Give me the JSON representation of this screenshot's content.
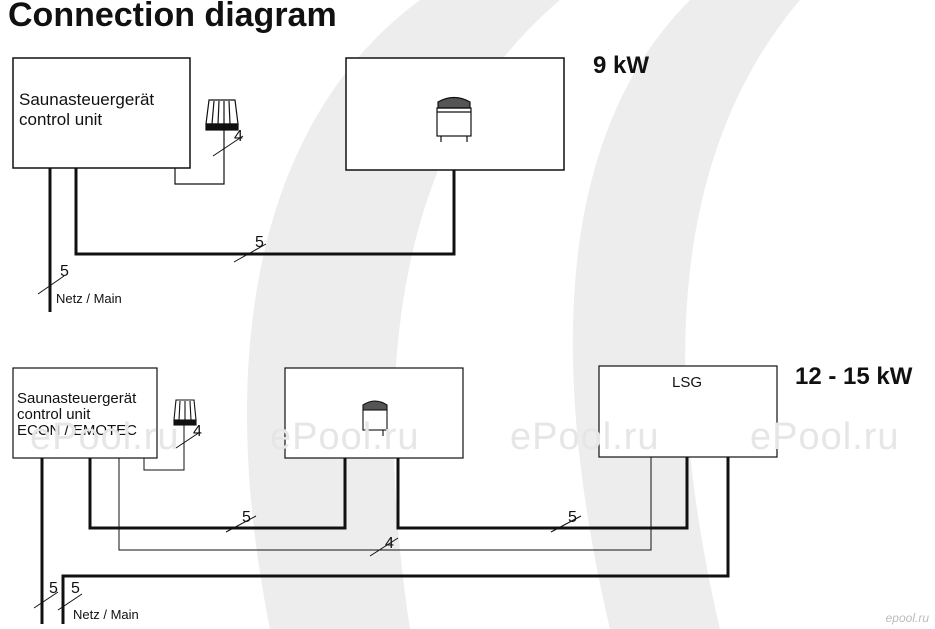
{
  "title": "Connection diagram",
  "diagram_9kw": {
    "power_label": "9 kW",
    "control_unit_line1": "Saunasteuergerät",
    "control_unit_line2": "control unit",
    "sensor_cable_count": "4",
    "heater_cable_count": "5",
    "mains_cable_count": "5",
    "mains_label": "Netz / Main"
  },
  "diagram_12_15kw": {
    "power_label": "12 - 15 kW",
    "control_unit_line1": "Saunasteuergerät",
    "control_unit_line2": "control unit",
    "control_unit_line3": "ECON / EMOTEC",
    "sensor_cable_count": "4",
    "heater_cable_count": "5",
    "lsg_label": "LSG",
    "lsg_cable_count": "5",
    "control_cable_count": "4",
    "mains_cable_count_1": "5",
    "mains_cable_count_2": "5",
    "mains_label": "Netz / Main"
  },
  "watermark": "ePool.ru",
  "corner_mark": "epool.ru",
  "colors": {
    "line": "#111111",
    "background_arc": "#ededed"
  }
}
